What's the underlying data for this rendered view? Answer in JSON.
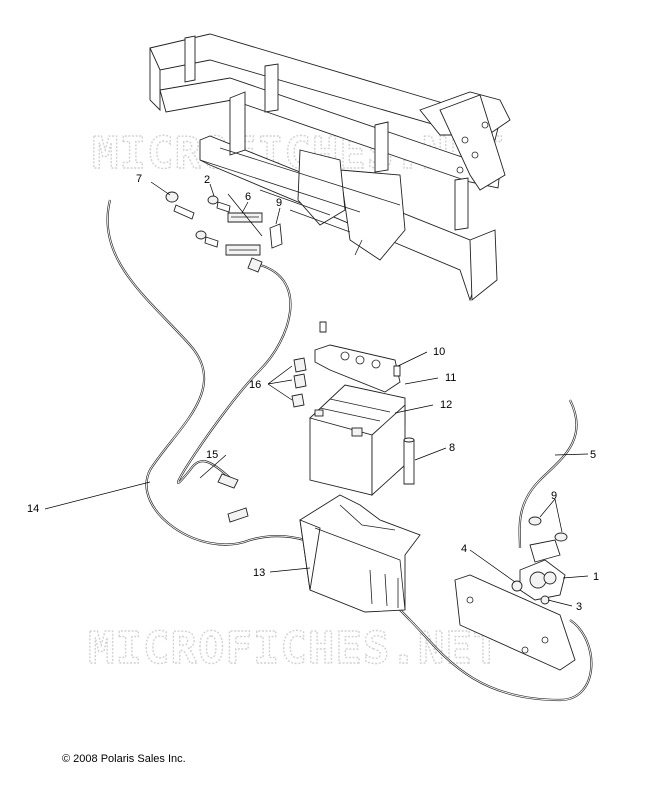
{
  "watermark": {
    "text": "MICROFICHES.NET"
  },
  "callouts": {
    "c1": "1",
    "c2": "2",
    "c3": "3",
    "c4": "4",
    "c5": "5",
    "c6": "6",
    "c7": "7",
    "c8": "8",
    "c9a": "9",
    "c9b": "9",
    "c10": "10",
    "c11": "11",
    "c12": "12",
    "c13": "13",
    "c14": "14",
    "c15": "15",
    "c16": "16"
  },
  "footer": {
    "copyright": "© 2008 Polaris Sales Inc."
  }
}
